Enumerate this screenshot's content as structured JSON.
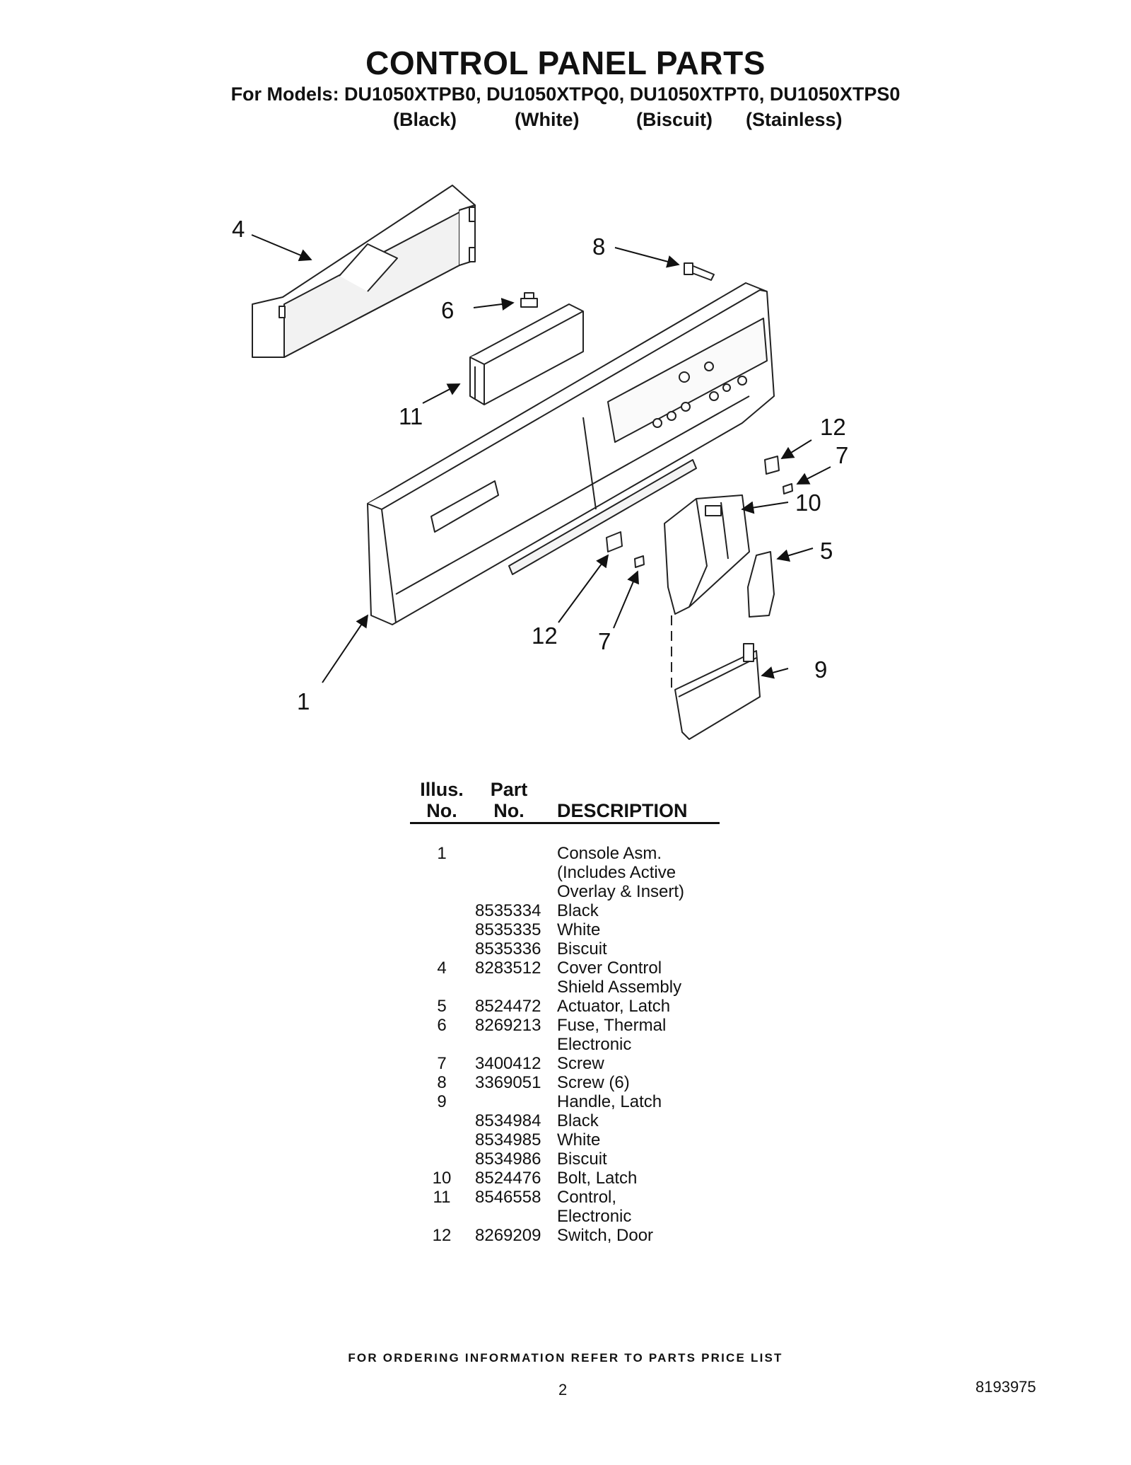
{
  "header": {
    "title": "CONTROL PANEL PARTS",
    "models_line": "For Models: DU1050XTPB0, DU1050XTPQ0, DU1050XTPT0, DU1050XTPS0",
    "colors": [
      "(Black)",
      "(White)",
      "(Biscuit)",
      "(Stainless)"
    ]
  },
  "diagram": {
    "callouts": [
      "4",
      "8",
      "6",
      "11",
      "12",
      "7",
      "10",
      "5",
      "12",
      "7",
      "9",
      "1"
    ]
  },
  "parts_table": {
    "headers": {
      "illus_1": "Illus.",
      "illus_2": "No.",
      "part_1": "Part",
      "part_2": "No.",
      "description": "DESCRIPTION"
    },
    "rows": [
      {
        "illus": "1",
        "part": "",
        "desc": "Console Asm."
      },
      {
        "illus": "",
        "part": "",
        "desc": "(Includes Active"
      },
      {
        "illus": "",
        "part": "",
        "desc": "Overlay & Insert)"
      },
      {
        "illus": "",
        "part": "8535334",
        "desc": "Black"
      },
      {
        "illus": "",
        "part": "8535335",
        "desc": "White"
      },
      {
        "illus": "",
        "part": "8535336",
        "desc": "Biscuit"
      },
      {
        "illus": "4",
        "part": "8283512",
        "desc": "Cover Control"
      },
      {
        "illus": "",
        "part": "",
        "desc": "Shield Assembly"
      },
      {
        "illus": "5",
        "part": "8524472",
        "desc": "Actuator, Latch"
      },
      {
        "illus": "6",
        "part": "8269213",
        "desc": "Fuse, Thermal"
      },
      {
        "illus": "",
        "part": "",
        "desc": "Electronic"
      },
      {
        "illus": "7",
        "part": "3400412",
        "desc": "Screw"
      },
      {
        "illus": "8",
        "part": "3369051",
        "desc": "Screw (6)"
      },
      {
        "illus": "9",
        "part": "",
        "desc": "Handle, Latch"
      },
      {
        "illus": "",
        "part": "8534984",
        "desc": "Black"
      },
      {
        "illus": "",
        "part": "8534985",
        "desc": "White"
      },
      {
        "illus": "",
        "part": "8534986",
        "desc": "Biscuit"
      },
      {
        "illus": "10",
        "part": "8524476",
        "desc": "Bolt, Latch"
      },
      {
        "illus": "11",
        "part": "8546558",
        "desc": "Control,"
      },
      {
        "illus": "",
        "part": "",
        "desc": "Electronic"
      },
      {
        "illus": "12",
        "part": "8269209",
        "desc": "Switch, Door"
      }
    ]
  },
  "footer": {
    "ordering_note": "FOR ORDERING INFORMATION REFER TO PARTS PRICE LIST",
    "page_number": "2",
    "document_number": "8193975"
  }
}
